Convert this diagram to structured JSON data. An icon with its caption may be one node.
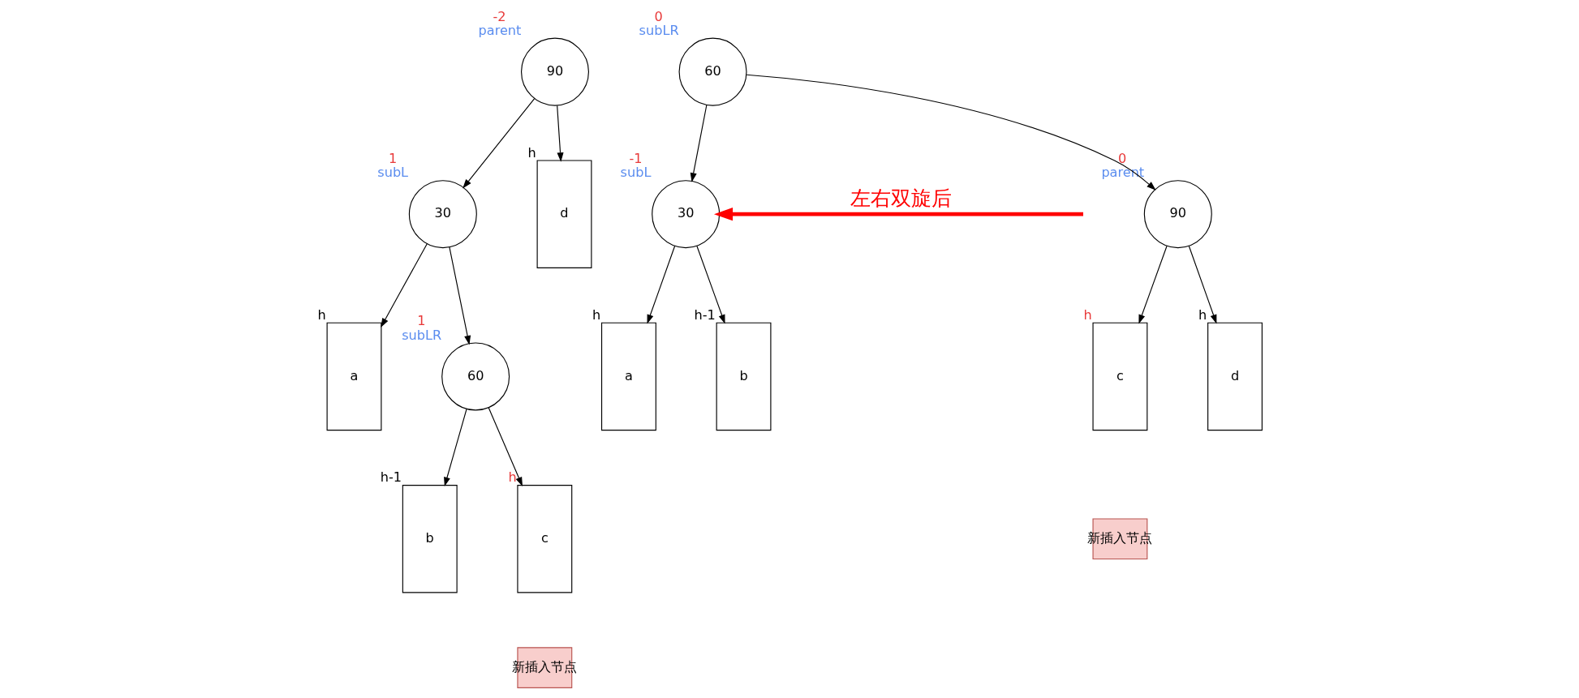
{
  "diagram": {
    "nodes": [
      {
        "text": [
          "90"
        ],
        "beside": [
          "-2",
          "parent"
        ]
      },
      {
        "text": [
          "30"
        ],
        "beside": [
          "1",
          "subL"
        ]
      },
      {
        "text": [
          "a"
        ],
        "beside": [
          "h"
        ]
      },
      {
        "text": [
          "60"
        ],
        "beside": [
          "1",
          "subLR"
        ]
      },
      {
        "text": [
          "d"
        ],
        "beside": [
          "h"
        ]
      },
      {
        "text": [
          "b"
        ],
        "beside": [
          "h-1"
        ]
      },
      {
        "text": [
          "c"
        ],
        "beside": [
          "h"
        ]
      },
      {
        "text": [
          "新插入节点"
        ]
      },
      {
        "text": [
          "60"
        ],
        "beside": [
          "0",
          "subLR"
        ]
      },
      {
        "text": [
          "30"
        ],
        "beside": [
          "-1",
          "subL"
        ]
      },
      {
        "text": [
          "90"
        ],
        "beside": [
          "0",
          "parent"
        ]
      },
      {
        "text": [
          "a"
        ],
        "beside": [
          "h"
        ]
      },
      {
        "text": [
          "b"
        ],
        "beside": [
          "h-1"
        ]
      },
      {
        "text": [
          "c"
        ],
        "beside": [
          "h"
        ]
      },
      {
        "text": [
          "新插入节点"
        ]
      },
      {
        "text": [
          "d"
        ],
        "beside": [
          "h"
        ]
      }
    ],
    "edges": [
      {
        "from": 0,
        "to": 1,
        "arrow": "to"
      },
      {
        "from": 0,
        "to": 4,
        "arrow": "to"
      },
      {
        "from": 1,
        "to": 2,
        "arrow": "to"
      },
      {
        "from": 1,
        "to": 3,
        "arrow": "to"
      },
      {
        "from": 3,
        "to": 5,
        "arrow": "to"
      },
      {
        "from": 3,
        "to": 6,
        "arrow": "to"
      },
      {
        "from": null,
        "to": 9,
        "arrow": "to",
        "label": "左右双旋后",
        "style": "thick",
        "color": "#ff0000"
      },
      {
        "from": 8,
        "to": 9,
        "arrow": "to"
      },
      {
        "from": 8,
        "to": 10,
        "arrow": "to"
      },
      {
        "from": 9,
        "to": 11,
        "arrow": "to"
      },
      {
        "from": 9,
        "to": 12,
        "arrow": "to"
      },
      {
        "from": 10,
        "to": 13,
        "arrow": "to"
      },
      {
        "from": 10,
        "to": 15,
        "arrow": "to"
      }
    ]
  }
}
